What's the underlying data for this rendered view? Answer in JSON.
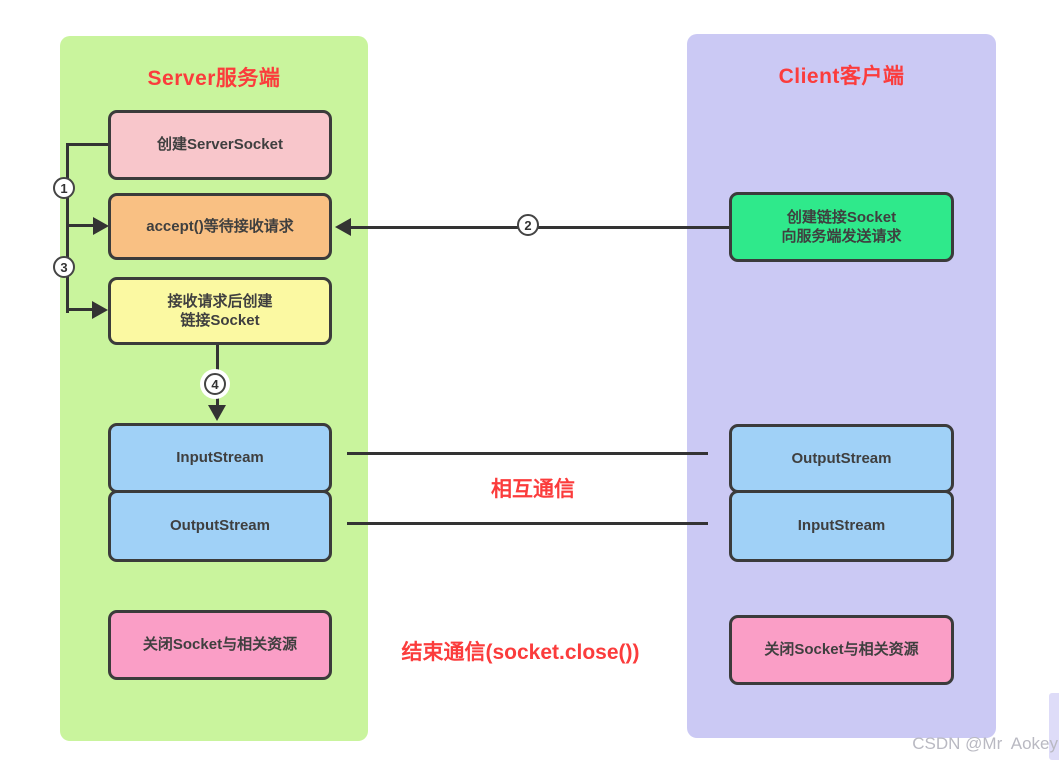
{
  "server": {
    "title": "Server服务端",
    "boxes": {
      "create_server_socket": "创建ServerSocket",
      "accept": "accept()等待接收请求",
      "create_link_line1": "接收请求后创建",
      "create_link_line2": "链接Socket",
      "input_stream": "InputStream",
      "output_stream": "OutputStream",
      "close": "关闭Socket与相关资源"
    }
  },
  "client": {
    "title": "Client客户端",
    "boxes": {
      "create_socket_line1": "创建链接Socket",
      "create_socket_line2": "向服务端发送请求",
      "output_stream": "OutputStream",
      "input_stream": "InputStream",
      "close": "关闭Socket与相关资源"
    }
  },
  "steps": {
    "one": "1",
    "two": "2",
    "three": "3",
    "four": "4"
  },
  "labels": {
    "mutual_communication": "相互通信",
    "end_communication": "结束通信(socket.close())"
  },
  "watermark": "CSDN @Mr  Aokey",
  "colors": {
    "server_panel": "#c9f49d",
    "client_panel": "#cbc9f4",
    "box_pink": "#f8c6cb",
    "box_orange": "#f9c083",
    "box_yellow": "#fbf9a2",
    "box_green": "#2fe98b",
    "box_blue": "#a0d1f7",
    "box_hotpink": "#fa9ec6",
    "accent_red": "#fb3c3c",
    "connector": "#333333"
  }
}
